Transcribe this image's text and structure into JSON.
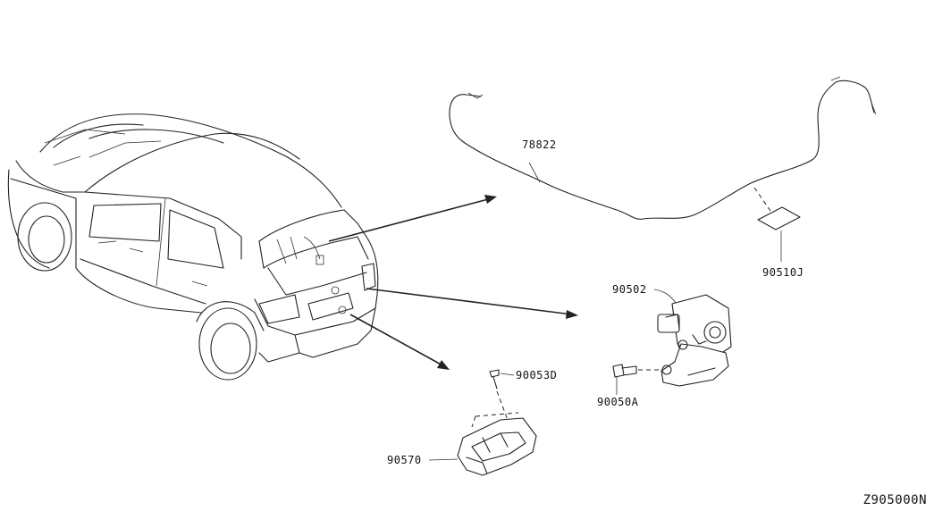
{
  "parts": {
    "harness": "78822",
    "label_sticker": "90510J",
    "lock_assembly": "90502",
    "bolt_lock": "90050A",
    "screw": "90053D",
    "cover": "90570"
  },
  "diagram_code": "Z905000N"
}
